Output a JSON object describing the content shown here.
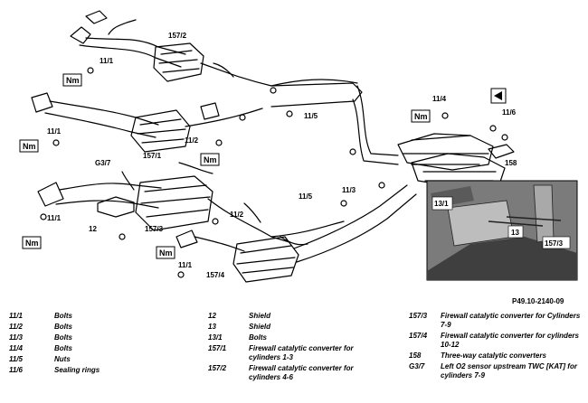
{
  "diagram": {
    "callouts": [
      "157/2",
      "11/1",
      "11/1",
      "11/2",
      "157/1",
      "G3/7",
      "11/1",
      "12",
      "157/3",
      "11/2",
      "11/1",
      "157/4",
      "11/5",
      "11/4",
      "11/6",
      "158",
      "11/5",
      "11/3",
      "13/1",
      "13",
      "157/3"
    ],
    "torque_label": "Nm",
    "ref_code": "P49.10-2140-09"
  },
  "legend": {
    "col1": [
      {
        "code": "11/1",
        "desc": "Bolts"
      },
      {
        "code": "11/2",
        "desc": "Bolts"
      },
      {
        "code": "11/3",
        "desc": "Bolts"
      },
      {
        "code": "11/4",
        "desc": "Bolts"
      },
      {
        "code": "11/5",
        "desc": "Nuts"
      },
      {
        "code": "11/6",
        "desc": "Sealing rings"
      }
    ],
    "col2": [
      {
        "code": "12",
        "desc": "Shield"
      },
      {
        "code": "13",
        "desc": "Shield"
      },
      {
        "code": "13/1",
        "desc": "Bolts"
      },
      {
        "code": "157/1",
        "desc": "Firewall catalytic converter for cylinders 1-3"
      },
      {
        "code": "157/2",
        "desc": "Firewall catalytic converter for cylinders 4-6"
      }
    ],
    "col3": [
      {
        "code": "157/3",
        "desc": "Firewall catalytic converter for Cylinders 7-9"
      },
      {
        "code": "157/4",
        "desc": "Firewall catalytic converter for cylinders 10-12"
      },
      {
        "code": "158",
        "desc": "Three-way catalytic converters"
      },
      {
        "code": "G3/7",
        "desc": "Left O2 sensor upstream TWC [KAT] for cylinders 7-9"
      }
    ]
  }
}
